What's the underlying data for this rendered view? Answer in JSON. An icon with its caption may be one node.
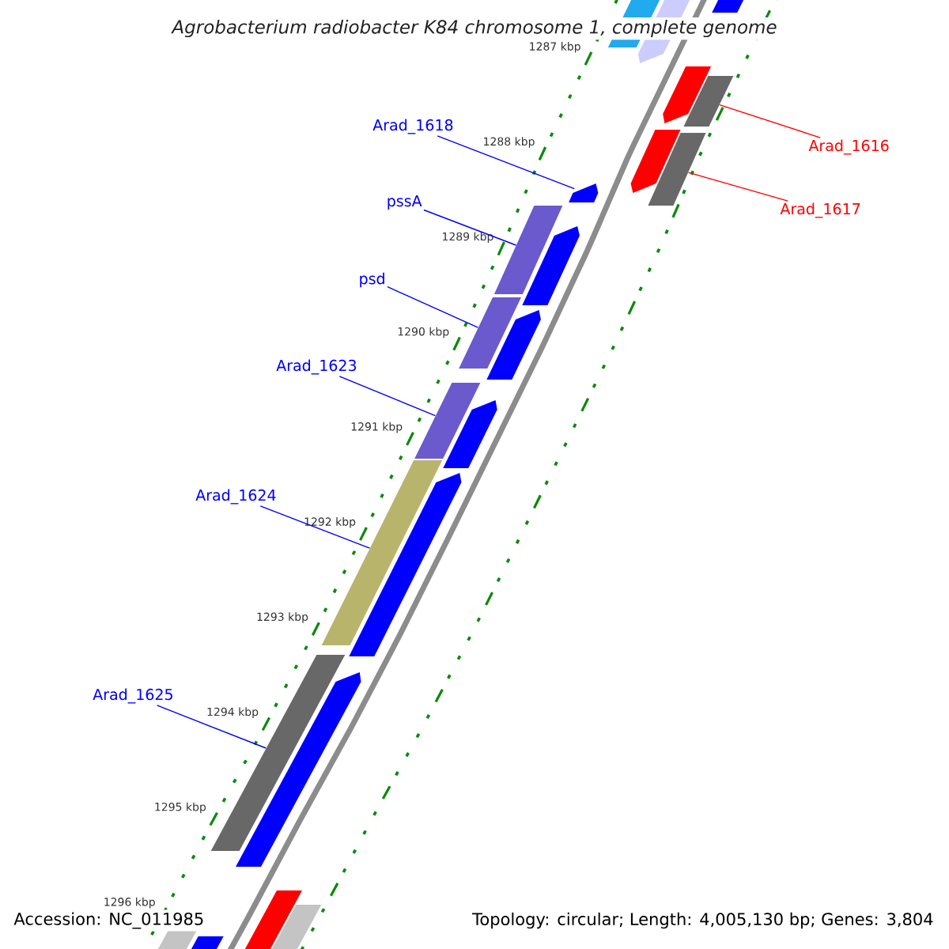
{
  "diagram": {
    "title": "Agrobacterium radiobacter K84 chromosome 1, complete genome",
    "nodes": [
      {
        "text": [
          "Arad_1616"
        ]
      },
      {
        "text": [
          "Arad_1617"
        ]
      },
      {
        "text": [
          "Arad_1618"
        ]
      },
      {
        "text": [
          "pssA"
        ]
      },
      {
        "text": [
          "psd"
        ]
      },
      {
        "text": [
          "Arad_1623"
        ]
      },
      {
        "text": [
          "Arad_1624"
        ]
      },
      {
        "text": [
          "Arad_1625"
        ]
      },
      {
        "text": [],
        "shape": "bar"
      },
      {
        "text": [],
        "shape": "bar"
      },
      {
        "text": [],
        "shape": "bar"
      },
      {
        "text": [],
        "shape": "bar"
      },
      {
        "text": [],
        "shape": "bar"
      },
      {
        "text": [],
        "shape": "bar"
      },
      {
        "text": [],
        "shape": "bar"
      },
      {
        "text": [],
        "shape": "bar"
      },
      {
        "text": [],
        "shape": "bar"
      },
      {
        "text": [],
        "shape": "bar"
      },
      {
        "text": [],
        "shape": "bar"
      },
      {
        "text": [],
        "shape": "bar"
      },
      {
        "text": [],
        "shape": "bar"
      },
      {
        "text": [],
        "shape": "bar"
      },
      {
        "text": [],
        "shape": "bar"
      },
      {
        "text": [],
        "shape": "bar"
      },
      {
        "text": [],
        "shape": "bar"
      },
      {
        "text": [],
        "shape": "bar"
      },
      {
        "text": [],
        "shape": "bar"
      },
      {
        "text": [],
        "shape": "bar"
      },
      {
        "text": [],
        "shape": "bar"
      },
      {
        "text": [],
        "shape": "bar"
      }
    ],
    "edges": [
      {
        "from": 0,
        "to": 12,
        "arrow": "none",
        "color": "#ff0000"
      },
      {
        "from": 1,
        "to": 14,
        "arrow": "none",
        "color": "#ff0000"
      },
      {
        "from": 2,
        "to": 15,
        "arrow": "none"
      },
      {
        "from": 3,
        "to": 16,
        "arrow": "none"
      },
      {
        "from": 4,
        "to": 18,
        "arrow": "none"
      },
      {
        "from": 5,
        "to": 20,
        "arrow": "none"
      },
      {
        "from": 6,
        "to": 22,
        "arrow": "none"
      },
      {
        "from": 7,
        "to": 24,
        "arrow": "none"
      }
    ],
    "labels": [
      "1287 kbp",
      "1288 kbp",
      "1289 kbp",
      "1290 kbp",
      "1291 kbp",
      "1292 kbp",
      "1293 kbp",
      "1294 kbp",
      "1295 kbp",
      "1296 kbp",
      "Accession: NC_011985",
      "Topology: circular; Length: 4,005,130 bp; Genes: 3,804"
    ]
  }
}
